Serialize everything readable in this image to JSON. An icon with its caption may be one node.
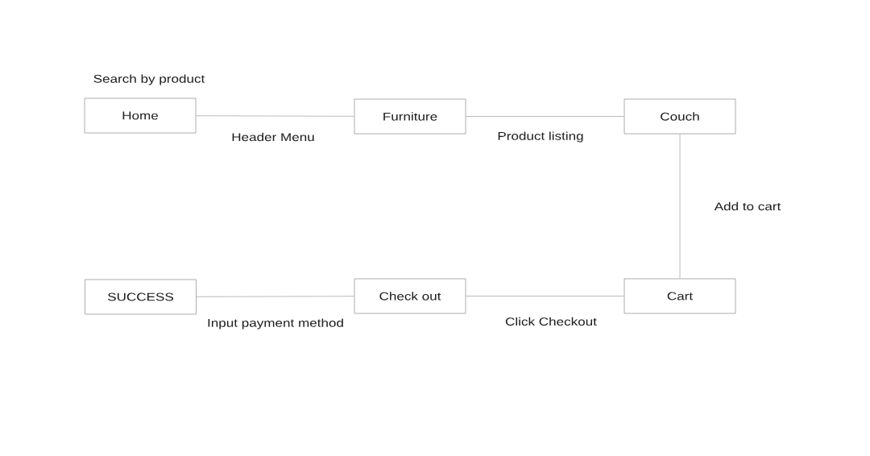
{
  "diagram": {
    "nodes": [
      {
        "text": [
          "Home"
        ]
      },
      {
        "text": [
          "Furniture"
        ]
      },
      {
        "text": [
          "Couch"
        ]
      },
      {
        "text": [
          "SUCCESS"
        ]
      },
      {
        "text": [
          "Check out"
        ]
      },
      {
        "text": [
          "Cart"
        ]
      }
    ],
    "edges": [
      {
        "from": 0,
        "to": 1,
        "arrow": "none",
        "label": "Header Menu"
      },
      {
        "from": 1,
        "to": 2,
        "arrow": "none",
        "label": "Product listing"
      },
      {
        "from": 2,
        "to": 5,
        "arrow": "none",
        "label": "Add to cart"
      },
      {
        "from": 5,
        "to": 4,
        "arrow": "none",
        "label": "Click Checkout"
      },
      {
        "from": 4,
        "to": 3,
        "arrow": "none",
        "label": "Input payment method"
      }
    ],
    "labels": [
      "Search by product"
    ]
  }
}
